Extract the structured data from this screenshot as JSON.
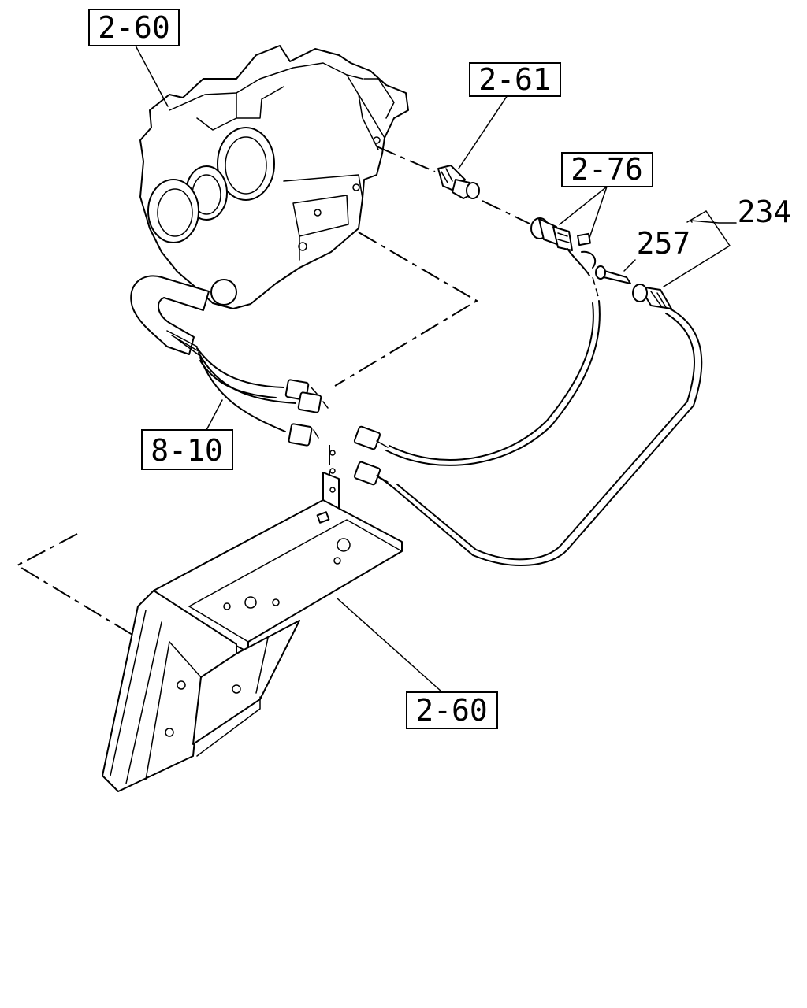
{
  "callouts": {
    "housing_top": "2-60",
    "sensor": "2-61",
    "connector": "2-76",
    "assembly": "234",
    "clip": "257",
    "harness": "8-10",
    "bracket": "2-60"
  }
}
